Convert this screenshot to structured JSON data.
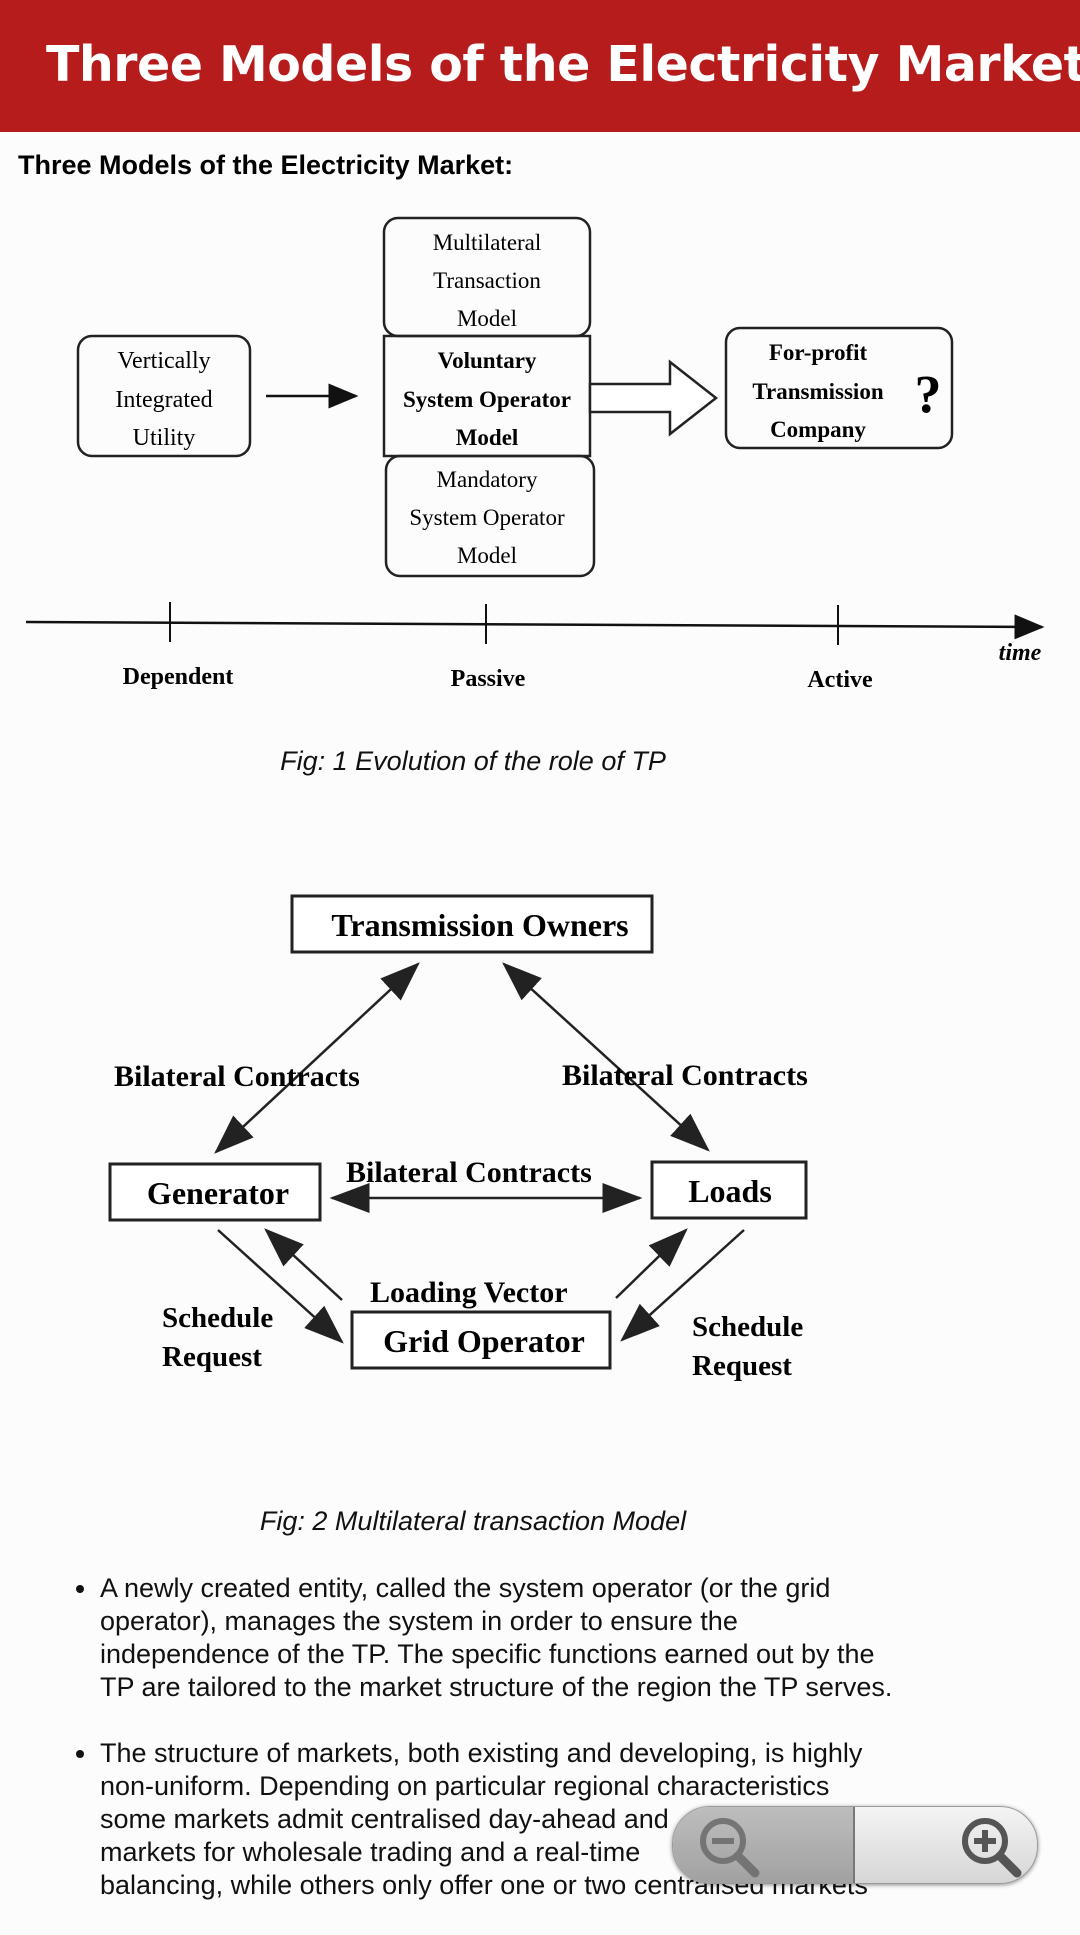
{
  "appbar": {
    "title": "Three Models of the Electricity Market"
  },
  "heading": "Three Models of the Electricity Market:",
  "figure1": {
    "boxes": {
      "vertically_integrated": [
        "Vertically",
        "Integrated",
        "Utility"
      ],
      "multilateral": [
        "Multilateral",
        "Transaction",
        "Model"
      ],
      "voluntary": [
        "Voluntary",
        "System Operator",
        "Model"
      ],
      "mandatory": [
        "Mandatory",
        "System Operator",
        "Model"
      ],
      "for_profit": [
        "For-profit",
        "Transmission",
        "Company"
      ],
      "question_mark": "?"
    },
    "axis": {
      "ticks": [
        "Dependent",
        "Passive",
        "Active"
      ],
      "label": "time"
    },
    "caption": "Fig: 1 Evolution of the role of TP"
  },
  "figure2": {
    "nodes": {
      "transmission_owners": "Transmission Owners",
      "generator": "Generator",
      "loads": "Loads",
      "grid_operator": "Grid Operator"
    },
    "labels": {
      "bilateral_left": "Bilateral Contracts",
      "bilateral_right": "Bilateral Contracts",
      "bilateral_middle": "Bilateral Contracts",
      "loading_vector": "Loading Vector",
      "schedule_left": [
        "Schedule",
        "Request"
      ],
      "schedule_right": [
        "Schedule",
        "Request"
      ]
    },
    "caption": "Fig: 2 Multilateral transaction Model"
  },
  "bullets": [
    {
      "lines": [
        " A newly created entity, called the system operator (or the grid",
        "operator), manages the system in order to ensure the",
        "independence of the TP. The specific functions earned out by the",
        "TP are tailored to the market structure of the region the TP serves."
      ]
    },
    {
      "lines": [
        "The structure of markets, both existing and developing, is highly",
        "non-uniform. Depending on particular regional characteristics",
        "some markets admit centralised day-ahead and",
        "markets for wholesale trading and a real-time",
        "balancing, while others only offer one or two centralised markets"
      ]
    }
  ],
  "zoom_controls": {
    "zoom_out_icon": "zoom-out-icon",
    "zoom_in_icon": "zoom-in-icon"
  }
}
